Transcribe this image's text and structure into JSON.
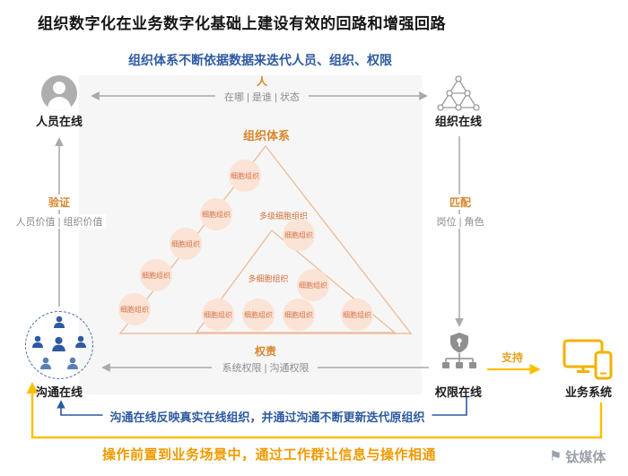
{
  "title": "组织数字化在业务数字化基础上建设有效的回路和增强回路",
  "top_loop_text": "组织体系不断依据数据来迭代人员、组织、权限",
  "nodes": {
    "person_online": "人员在线",
    "org_online": "组织在线",
    "comm_online": "沟通在线",
    "perm_online": "权限在线",
    "biz_system": "业务系统"
  },
  "edges": {
    "top": {
      "title": "人",
      "sub": "在哪 | 是谁 | 状态"
    },
    "left": {
      "title": "验证",
      "sub": "人员价值 | 组织价值"
    },
    "right": {
      "title": "匹配",
      "sub": "岗位 | 角色"
    },
    "bottom": {
      "title": "权责",
      "sub": "系统权限 | 沟通权限"
    },
    "support": {
      "title": "支持"
    }
  },
  "pyramid": {
    "title": "组织体系",
    "cell_label": "细胞组织",
    "multi_level_label": "多级细胞组织",
    "multi_cell_label": "多细胞组织"
  },
  "notes": {
    "blue_loop": "沟通在线反映真实在线组织，并通过沟通不断更新迭代原组织",
    "orange_loop": "操作前置到业务场景中，通过工作群让信息与操作相通"
  },
  "watermark": "钛媒体",
  "icons": {
    "person_online": "avatar-icon",
    "org_online": "triangle-network-icon",
    "comm_online": "people-group-icon",
    "perm_online": "shield-hierarchy-icon",
    "biz_system": "monitor-phone-icon",
    "watermark": "flag-icon"
  },
  "colors": {
    "blue": "#2e5aa0",
    "orange_text": "#d9862c",
    "amber_text": "#ef9a00",
    "yellow_line": "#fcbf00",
    "gray_arrow": "#a9a9a9",
    "gray_text": "#8c8c8c",
    "panel_bg": "#f6f6f6",
    "pyramid_stroke": "#eebe9b",
    "cell_fill": "#fbe3d6"
  }
}
